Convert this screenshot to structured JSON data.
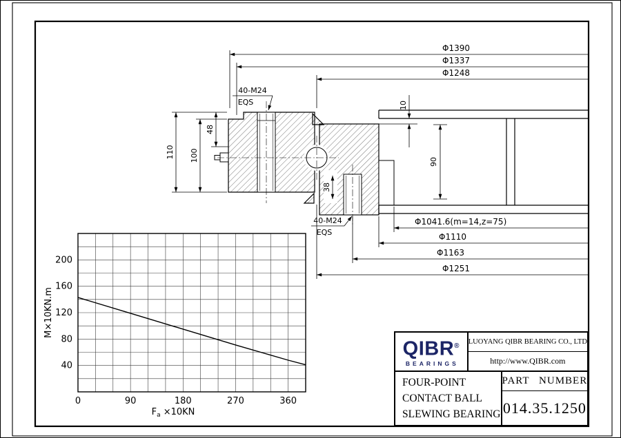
{
  "colors": {
    "line": "#000000",
    "logo": "#1c2566",
    "background": "#ffffff"
  },
  "drawing": {
    "diameters_top": [
      "Φ1390",
      "Φ1337",
      "Φ1248"
    ],
    "bolt_note_top": [
      "40-M24",
      "EQS"
    ],
    "bolt_note_bottom": [
      "40-M24",
      "EQS"
    ],
    "heights_left": [
      "110",
      "100",
      "48"
    ],
    "height_right": "90",
    "offset_top": "10",
    "depth_mid": "38",
    "diameters_bottom": [
      "Φ1041.6(m=14,z=75)",
      "Φ1110",
      "Φ1163",
      "Φ1251"
    ]
  },
  "chart_data": {
    "type": "line",
    "title": "",
    "xlabel": "Fa ×10KN",
    "xlabel_parts": [
      "F",
      "a",
      " ×10KN"
    ],
    "ylabel": "M×10KN.m",
    "xlim": [
      0,
      390
    ],
    "ylim": [
      0,
      240
    ],
    "x_grid_step": 30,
    "y_grid_step": 20,
    "x_ticks": [
      0,
      90,
      180,
      270,
      360
    ],
    "y_ticks": [
      40,
      80,
      120,
      160,
      200
    ],
    "grid": true,
    "legend": false,
    "series": [
      {
        "name": "tilting-moment-vs-axial-load-curve",
        "points": [
          [
            0,
            143
          ],
          [
            90,
            119
          ],
          [
            180,
            95
          ],
          [
            270,
            71
          ],
          [
            360,
            48
          ],
          [
            390,
            41
          ]
        ]
      }
    ]
  },
  "title_block": {
    "logo_text": "QIBR",
    "logo_reg": "®",
    "logo_sub": "BEARINGS",
    "company": "LUOYANG QIBR BEARING CO., LTD",
    "website": "http://www.QIBR.com",
    "product_line1": "FOUR-POINT",
    "product_line2": "CONTACT BALL",
    "product_line3": "SLEWING BEARING",
    "part_number_label": "PART NUMBER",
    "part_number": "014.35.1250"
  }
}
